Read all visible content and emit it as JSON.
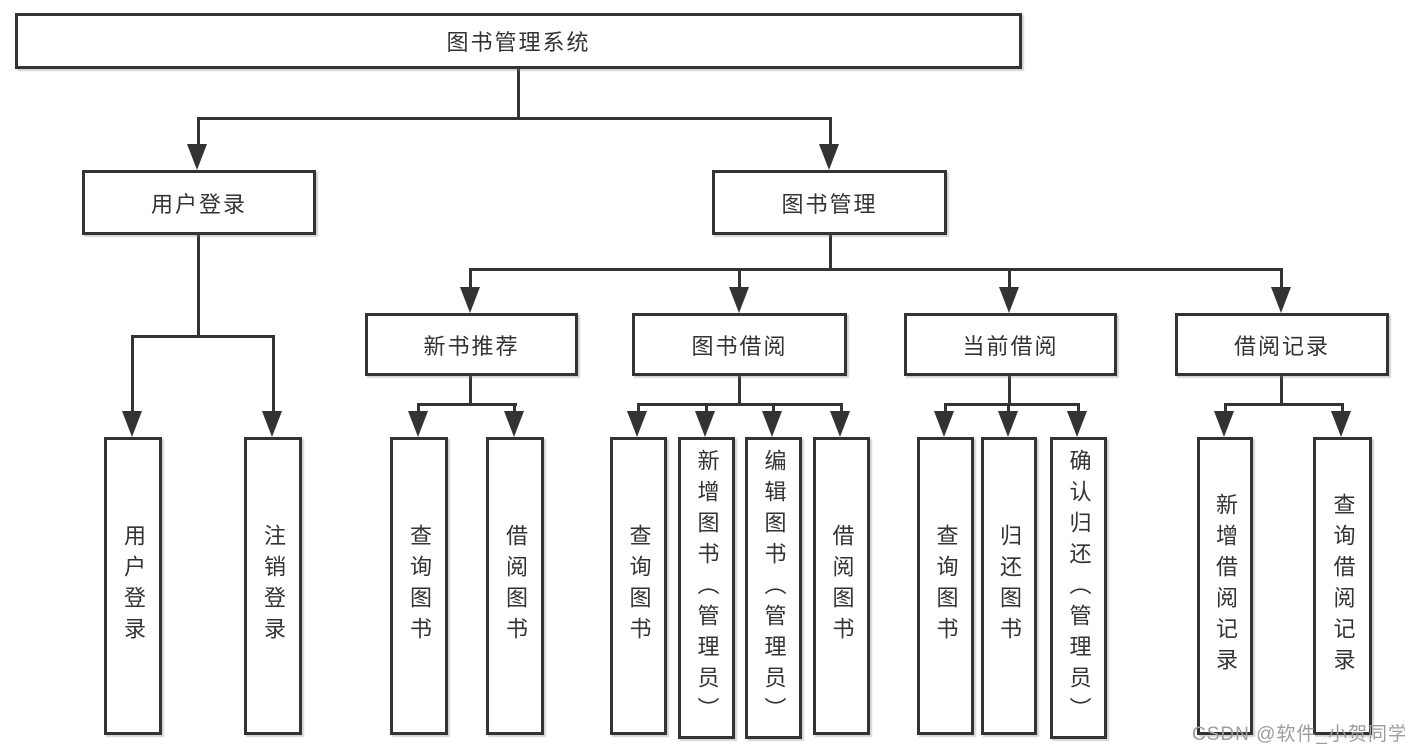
{
  "diagram_title": "图书管理系统",
  "tree": {
    "root": {
      "label": "图书管理系统"
    },
    "branches": [
      {
        "label": "用户登录",
        "children": [
          {
            "label": "用户登录"
          },
          {
            "label": "注销登录"
          }
        ]
      },
      {
        "label": "图书管理",
        "children": [
          {
            "label": "新书推荐",
            "children": [
              {
                "label": "查询图书"
              },
              {
                "label": "借阅图书"
              }
            ]
          },
          {
            "label": "图书借阅",
            "children": [
              {
                "label": "查询图书"
              },
              {
                "label": "新增图书（管理员）"
              },
              {
                "label": "编辑图书（管理员）"
              },
              {
                "label": "借阅图书"
              }
            ]
          },
          {
            "label": "当前借阅",
            "children": [
              {
                "label": "查询图书"
              },
              {
                "label": "归还图书"
              },
              {
                "label": "确认归还（管理员）"
              }
            ]
          },
          {
            "label": "借阅记录",
            "children": [
              {
                "label": "新增借阅记录"
              },
              {
                "label": "查询借阅记录"
              }
            ]
          }
        ]
      }
    ]
  },
  "watermark": {
    "text": "CSDN @软件_小贺同学"
  },
  "colors": {
    "line": "#333333",
    "box_border": "#333333",
    "box_fill": "#ffffff",
    "text": "#333333",
    "watermark": "#9d9d9d",
    "background": "#ffffff"
  }
}
